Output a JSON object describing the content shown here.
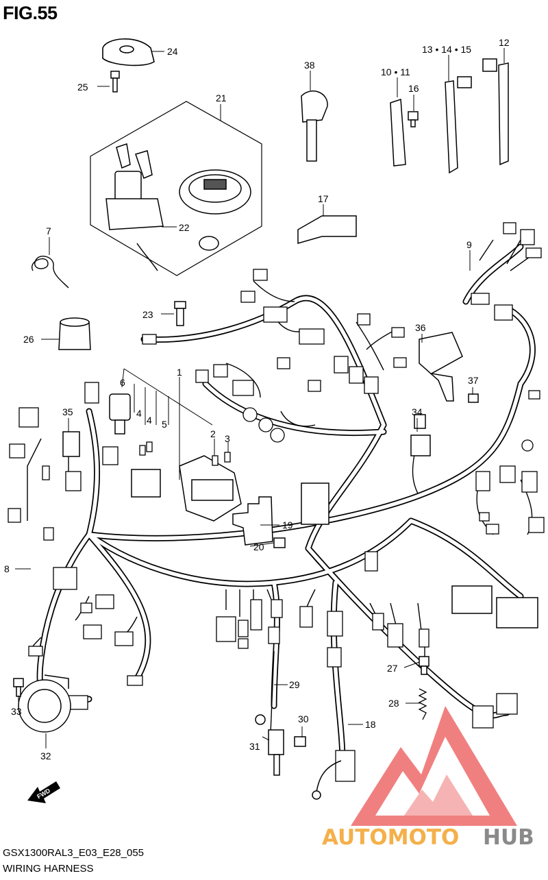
{
  "figure": {
    "title": "FIG.55",
    "diagram_code": "GSX1300RAL3_E03_E28_055",
    "diagram_name": "WIRING HARNESS"
  },
  "fwd_arrow": {
    "label": "FWD"
  },
  "watermark": {
    "text_a": "AUTOMOTO",
    "text_b": "HUB",
    "color_a": "#f4b04a",
    "color_b": "#8a8a8a",
    "logo_color": "#ee6b6b"
  },
  "callouts": [
    {
      "id": "c24",
      "text": "24"
    },
    {
      "id": "c25",
      "text": "25"
    },
    {
      "id": "c21",
      "text": "21"
    },
    {
      "id": "c22",
      "text": "22"
    },
    {
      "id": "c7",
      "text": "7"
    },
    {
      "id": "c23",
      "text": "23"
    },
    {
      "id": "c26",
      "text": "26"
    },
    {
      "id": "c38",
      "text": "38"
    },
    {
      "id": "c1011",
      "text": "10 • 11"
    },
    {
      "id": "c16",
      "text": "16"
    },
    {
      "id": "c131415",
      "text": "13 • 14 • 15"
    },
    {
      "id": "c12",
      "text": "12"
    },
    {
      "id": "c17",
      "text": "17"
    },
    {
      "id": "c9",
      "text": "9"
    },
    {
      "id": "c36",
      "text": "36"
    },
    {
      "id": "c37",
      "text": "37"
    },
    {
      "id": "c34",
      "text": "34"
    },
    {
      "id": "c1",
      "text": "1"
    },
    {
      "id": "c6",
      "text": "6"
    },
    {
      "id": "c4a",
      "text": "4"
    },
    {
      "id": "c4b",
      "text": "4"
    },
    {
      "id": "c5",
      "text": "5"
    },
    {
      "id": "c2",
      "text": "2"
    },
    {
      "id": "c3",
      "text": "3"
    },
    {
      "id": "c35",
      "text": "35"
    },
    {
      "id": "c19",
      "text": "19"
    },
    {
      "id": "c20",
      "text": "20"
    },
    {
      "id": "c8",
      "text": "8"
    },
    {
      "id": "c27",
      "text": "27"
    },
    {
      "id": "c28",
      "text": "28"
    },
    {
      "id": "c29",
      "text": "29"
    },
    {
      "id": "c30",
      "text": "30"
    },
    {
      "id": "c31",
      "text": "31"
    },
    {
      "id": "c18",
      "text": "18"
    },
    {
      "id": "c33",
      "text": "33"
    },
    {
      "id": "c32",
      "text": "32"
    }
  ]
}
